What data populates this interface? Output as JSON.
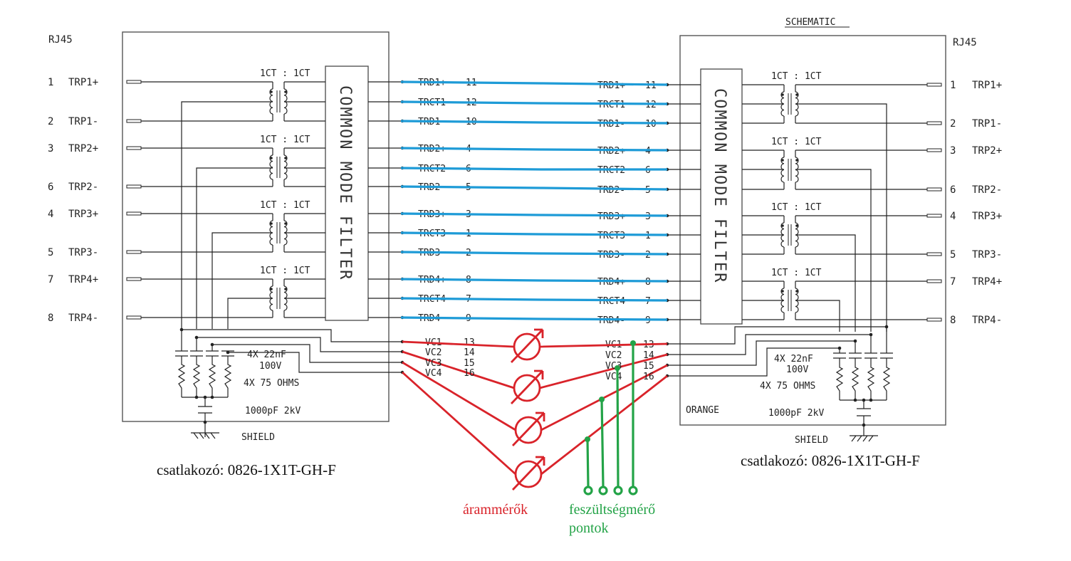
{
  "title": "SCHEMATIC",
  "left_connector": {
    "header": "RJ45",
    "pins": [
      {
        "num": "1",
        "name": "TRP1+"
      },
      {
        "num": "2",
        "name": "TRP1-"
      },
      {
        "num": "3",
        "name": "TRP2+"
      },
      {
        "num": "6",
        "name": "TRP2-"
      },
      {
        "num": "4",
        "name": "TRP3+"
      },
      {
        "num": "5",
        "name": "TRP3-"
      },
      {
        "num": "7",
        "name": "TRP4+"
      },
      {
        "num": "8",
        "name": "TRP4-"
      }
    ],
    "transformer_label": "1CT : 1CT",
    "filter_label": "COMMON MODE FILTER",
    "components": {
      "caps": "4X 22nF",
      "caps_voltage": "100V",
      "resistors": "4X 75 OHMS",
      "hv_cap": "1000pF 2kV",
      "shield": "SHIELD"
    },
    "caption": "csatlakozó: 0826-1X1T-GH-F"
  },
  "right_connector": {
    "header": "RJ45",
    "pins": [
      {
        "num": "1",
        "name": "TRP1+"
      },
      {
        "num": "2",
        "name": "TRP1-"
      },
      {
        "num": "3",
        "name": "TRP2+"
      },
      {
        "num": "6",
        "name": "TRP2-"
      },
      {
        "num": "4",
        "name": "TRP3+"
      },
      {
        "num": "5",
        "name": "TRP3-"
      },
      {
        "num": "7",
        "name": "TRP4+"
      },
      {
        "num": "8",
        "name": "TRP4-"
      }
    ],
    "transformer_label": "1CT : 1CT",
    "filter_label": "COMMON MODE FILTER",
    "components": {
      "caps": "4X 22nF",
      "caps_voltage": "100V",
      "resistors": "4X 75 OHMS",
      "hv_cap": "1000pF 2kV",
      "shield": "SHIELD",
      "color_note": "ORANGE"
    },
    "caption": "csatlakozó: 0826-1X1T-GH-F"
  },
  "signals": [
    {
      "name": "TRD1+",
      "pin": "11"
    },
    {
      "name": "TRCT1",
      "pin": "12"
    },
    {
      "name": "TRD1-",
      "pin": "10"
    },
    {
      "name": "TRD2+",
      "pin": "4"
    },
    {
      "name": "TRCT2",
      "pin": "6"
    },
    {
      "name": "TRD2-",
      "pin": "5"
    },
    {
      "name": "TRD3+",
      "pin": "3"
    },
    {
      "name": "TRCT3",
      "pin": "1"
    },
    {
      "name": "TRD3-",
      "pin": "2"
    },
    {
      "name": "TRD4+",
      "pin": "8"
    },
    {
      "name": "TRCT4",
      "pin": "7"
    },
    {
      "name": "TRD4-",
      "pin": "9"
    }
  ],
  "vc_signals": [
    {
      "name": "VC1",
      "pin": "13"
    },
    {
      "name": "VC2",
      "pin": "14"
    },
    {
      "name": "VC3",
      "pin": "15"
    },
    {
      "name": "VC4",
      "pin": "16"
    }
  ],
  "annotations": {
    "ammeters": "árammérők",
    "voltage_points_line1": "feszültségmérő",
    "voltage_points_line2": "pontok"
  },
  "colors": {
    "data_lines": "#1e9bd7",
    "ammeter_lines": "#d9232a",
    "voltage_points": "#23a347"
  }
}
